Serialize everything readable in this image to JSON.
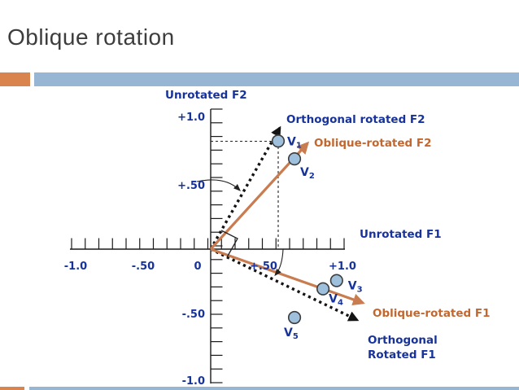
{
  "slide": {
    "title": "Oblique rotation"
  },
  "colors": {
    "accent_orange_bar": "#D9834F",
    "accent_blue_bar": "#97B6D4",
    "navy_text": "#17339B",
    "orange_text": "#C2672F",
    "orange_arrow": "#C87C4F",
    "dotted_axis": "#141414",
    "point_fill": "#9FC0DD",
    "point_stroke": "#3C3C3C"
  },
  "labels": {
    "unrotated_f2": "Unrotated F2",
    "unrotated_f1": "Unrotated F1",
    "orthogonal_rotated_f2": "Orthogonal rotated F2",
    "oblique_rotated_f2": "Oblique-rotated F2",
    "oblique_rotated_f1": "Oblique-rotated F1",
    "orthogonal_rotated_f1_line1": "Orthogonal",
    "orthogonal_rotated_f1_line2": "Rotated F1"
  },
  "chart_data": {
    "type": "scatter",
    "title": "Oblique rotation",
    "x_axis": {
      "label": "Unrotated F1",
      "range": [
        -1.0,
        1.0
      ],
      "minor_tick_step": 0.1,
      "tick_labels": [
        "-1.0",
        "-.50",
        "0",
        "+.50",
        "+1.0"
      ]
    },
    "y_axis": {
      "label": "Unrotated F2",
      "range": [
        -1.0,
        1.0
      ],
      "minor_tick_step": 0.1,
      "tick_labels": [
        "+1.0",
        "+.50",
        "-.50",
        "-1.0"
      ]
    },
    "rotated_axes": [
      {
        "label": "Orthogonal rotated F2",
        "style": "dotted",
        "angle_deg_from_x": 60
      },
      {
        "label": "Oblique-rotated F2",
        "style": "solid-orange",
        "angle_deg_from_x": 48
      },
      {
        "label": "Oblique-rotated F1",
        "style": "solid-orange",
        "angle_deg_from_x": -20
      },
      {
        "label": "Orthogonal Rotated F1",
        "style": "dotted",
        "angle_deg_from_x": -26
      }
    ],
    "points": [
      {
        "name": "V",
        "sub": "1",
        "f1": 0.5,
        "f2": 0.79,
        "label_dx": 11,
        "label_dy": 5,
        "projections": true
      },
      {
        "name": "V",
        "sub": "2",
        "f1": 0.62,
        "f2": 0.66,
        "label_dx": 7,
        "label_dy": 21,
        "projections": false
      },
      {
        "name": "V",
        "sub": "3",
        "f1": 0.93,
        "f2": -0.23,
        "label_dx": 14,
        "label_dy": 11,
        "projections": false
      },
      {
        "name": "V",
        "sub": "4",
        "f1": 0.83,
        "f2": -0.29,
        "label_dx": 7,
        "label_dy": 17,
        "projections": false
      },
      {
        "name": "V",
        "sub": "5",
        "f1": 0.62,
        "f2": -0.5,
        "label_dx": -13,
        "label_dy": 23,
        "projections": false
      }
    ],
    "legend_position": "none",
    "grid": false
  }
}
